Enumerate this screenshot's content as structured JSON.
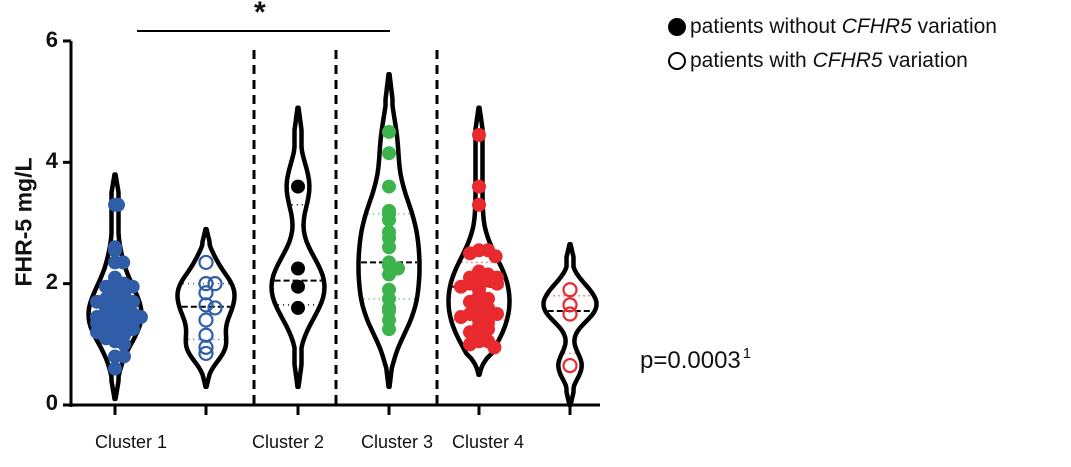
{
  "chart_data": {
    "type": "violin",
    "title": "",
    "xlabel": "",
    "ylabel": "FHR-5 mg/L",
    "ylim": [
      0,
      6
    ],
    "yticks": [
      0,
      2,
      4,
      6
    ],
    "grid": false,
    "legend_position": "top-right",
    "categories": [
      "Cluster 1",
      "Cluster 2",
      "Cluster 3",
      "Cluster 4"
    ],
    "legend": [
      {
        "marker": "filled",
        "label_prefix": "patients without ",
        "label_italic": "CFHR5",
        "label_suffix": " variation"
      },
      {
        "marker": "open",
        "label_prefix": "patients with ",
        "label_italic": "CFHR5",
        "label_suffix": " variation"
      }
    ],
    "annotations": {
      "significance": {
        "from": "Cluster 1",
        "to": "Cluster 3",
        "label": "*"
      },
      "p_value": "p=0.0003",
      "p_value_superscript": "1"
    },
    "series": [
      {
        "name": "Cluster 1 without CFHR5 variation",
        "cluster": "Cluster 1",
        "marker": "filled",
        "color": "#2F5DA8",
        "median": 1.5,
        "q1": 1.25,
        "q3": 1.95,
        "min_extent": 0.1,
        "max_extent": 3.8,
        "values": [
          3.3,
          3.3,
          2.6,
          2.55,
          2.35,
          2.35,
          2.1,
          2.0,
          2.0,
          1.95,
          1.95,
          1.9,
          1.85,
          1.8,
          1.8,
          1.75,
          1.7,
          1.7,
          1.65,
          1.6,
          1.6,
          1.55,
          1.55,
          1.5,
          1.5,
          1.45,
          1.45,
          1.4,
          1.4,
          1.4,
          1.35,
          1.35,
          1.3,
          1.3,
          1.25,
          1.25,
          1.2,
          1.15,
          1.15,
          1.1,
          1.05,
          1.0,
          0.8,
          0.8,
          0.6
        ]
      },
      {
        "name": "Cluster 1 with CFHR5 variation",
        "cluster": "Cluster 1",
        "marker": "open",
        "color": "#2F5DA8",
        "median": 1.62,
        "q1": 1.08,
        "q3": 2.0,
        "min_extent": 0.3,
        "max_extent": 2.9,
        "values": [
          2.35,
          2.0,
          2.0,
          1.85,
          1.65,
          1.6,
          1.4,
          1.15,
          0.95,
          0.85
        ]
      },
      {
        "name": "Cluster 2",
        "cluster": "Cluster 2",
        "marker": "filled",
        "color": "#000000",
        "median": 2.05,
        "q1": 1.65,
        "q3": 3.3,
        "min_extent": 0.3,
        "max_extent": 4.9,
        "values": [
          3.6,
          2.25,
          1.95,
          1.6
        ]
      },
      {
        "name": "Cluster 3",
        "cluster": "Cluster 3",
        "marker": "filled",
        "color": "#3CB44B",
        "median": 2.35,
        "q1": 1.75,
        "q3": 3.15,
        "min_extent": 0.3,
        "max_extent": 5.45,
        "values": [
          4.5,
          4.15,
          3.6,
          3.2,
          3.15,
          3.05,
          2.85,
          2.75,
          2.6,
          2.35,
          2.3,
          2.25,
          2.15,
          1.9,
          1.75,
          1.6,
          1.55,
          1.4,
          1.25
        ]
      },
      {
        "name": "Cluster 4 without CFHR5 variation",
        "cluster": "Cluster 4",
        "marker": "filled",
        "color": "#E8292E",
        "median": 1.95,
        "q1": 1.4,
        "q3": 2.35,
        "min_extent": 0.5,
        "max_extent": 4.9,
        "values": [
          4.45,
          3.6,
          3.3,
          2.55,
          2.55,
          2.5,
          2.45,
          2.2,
          2.15,
          2.15,
          2.1,
          2.1,
          2.05,
          2.05,
          2.0,
          2.0,
          1.95,
          1.9,
          1.8,
          1.75,
          1.7,
          1.65,
          1.6,
          1.55,
          1.55,
          1.5,
          1.5,
          1.45,
          1.4,
          1.35,
          1.3,
          1.25,
          1.2,
          1.1,
          1.05,
          1.05,
          1.0,
          0.95
        ]
      },
      {
        "name": "Cluster 4 with CFHR5 variation",
        "cluster": "Cluster 4",
        "marker": "open",
        "color": "#E8292E",
        "median": 1.55,
        "q1": 0.85,
        "q3": 1.8,
        "min_extent": 0.0,
        "max_extent": 2.65,
        "values": [
          1.9,
          1.65,
          1.5,
          0.65
        ]
      }
    ]
  },
  "axis": {
    "y_label": "FHR-5 mg/L",
    "y_ticks": [
      "0",
      "2",
      "4",
      "6"
    ]
  },
  "x_labels": [
    "Cluster 1",
    "Cluster 2",
    "Cluster 3",
    "Cluster 4"
  ],
  "legend": {
    "item0": {
      "prefix": "patients without ",
      "italic": "CFHR5",
      "suffix": " variation"
    },
    "item1": {
      "prefix": "patients with ",
      "italic": "CFHR5",
      "suffix": " variation"
    }
  },
  "significance_label": "*",
  "p_value": {
    "text": "p=0.0003",
    "sup": "1"
  }
}
